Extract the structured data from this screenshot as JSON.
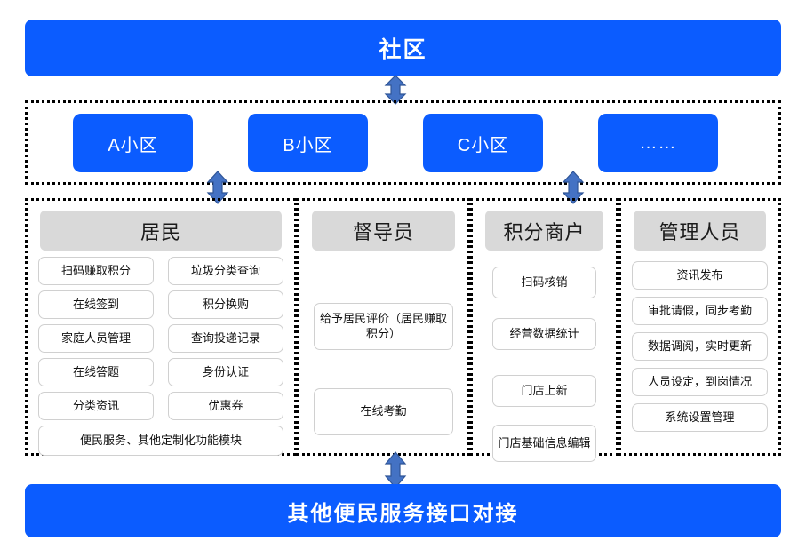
{
  "diagram": {
    "title_top": "社区",
    "title_bottom": "其他便民服务接口对接",
    "estates": [
      {
        "label": "A小区"
      },
      {
        "label": "B小区"
      },
      {
        "label": "C小区"
      },
      {
        "label": "……"
      }
    ],
    "roles": [
      {
        "header": "居民",
        "layout": "two-column",
        "items": [
          "扫码赚取积分",
          "垃圾分类查询",
          "在线签到",
          "积分换购",
          "家庭人员管理",
          "查询投递记录",
          "在线答题",
          "身份认证",
          "分类资讯",
          "优惠券"
        ],
        "wide_items": [
          "便民服务、其他定制化功能模块"
        ]
      },
      {
        "header": "督导员",
        "layout": "stack",
        "items": [
          "给予居民评价（居民赚取积分）",
          "在线考勤"
        ]
      },
      {
        "header": "积分商户",
        "layout": "stack",
        "items": [
          "扫码核销",
          "经营数据统计",
          "门店上新",
          "门店基础信息编辑"
        ]
      },
      {
        "header": "管理人员",
        "layout": "stack",
        "items": [
          "资讯发布",
          "审批请假，同步考勤",
          "数据调阅，实时更新",
          "人员设定，到岗情况",
          "系统设置管理"
        ]
      }
    ],
    "connectors": [
      {
        "name": "community-to-estates",
        "kind": "double-arrow-vertical"
      },
      {
        "name": "estates-to-residents",
        "kind": "double-arrow-vertical"
      },
      {
        "name": "estates-to-merchants",
        "kind": "double-arrow-vertical"
      },
      {
        "name": "roles-to-services",
        "kind": "double-arrow-vertical"
      }
    ],
    "colors": {
      "brand_blue": "#0B5CFF",
      "header_gray": "#D9D9D9",
      "arrow_blue": "#4472C4",
      "arrow_outline": "#2F5597",
      "box_border": "#D0D0D0",
      "dotted_border": "#000000"
    }
  }
}
